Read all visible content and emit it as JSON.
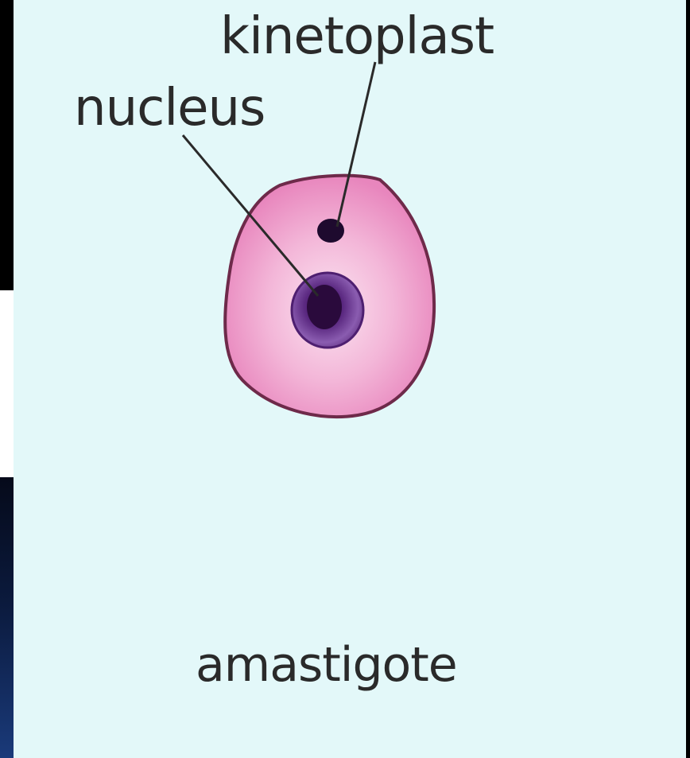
{
  "labels": {
    "kinetoplast": "kinetoplast",
    "nucleus": "nucleus",
    "cell": "amastigote"
  },
  "colors": {
    "panel_background": "#e3f8f9",
    "cell_membrane": "#6e2a4a",
    "cell_fill": "#ee9cc9",
    "nucleus_outer": "#6a3a8c",
    "nucleus_inner": "#2a0a3c",
    "kinetoplast": "#1e0a2e",
    "label_text": "#2a2a2a"
  }
}
